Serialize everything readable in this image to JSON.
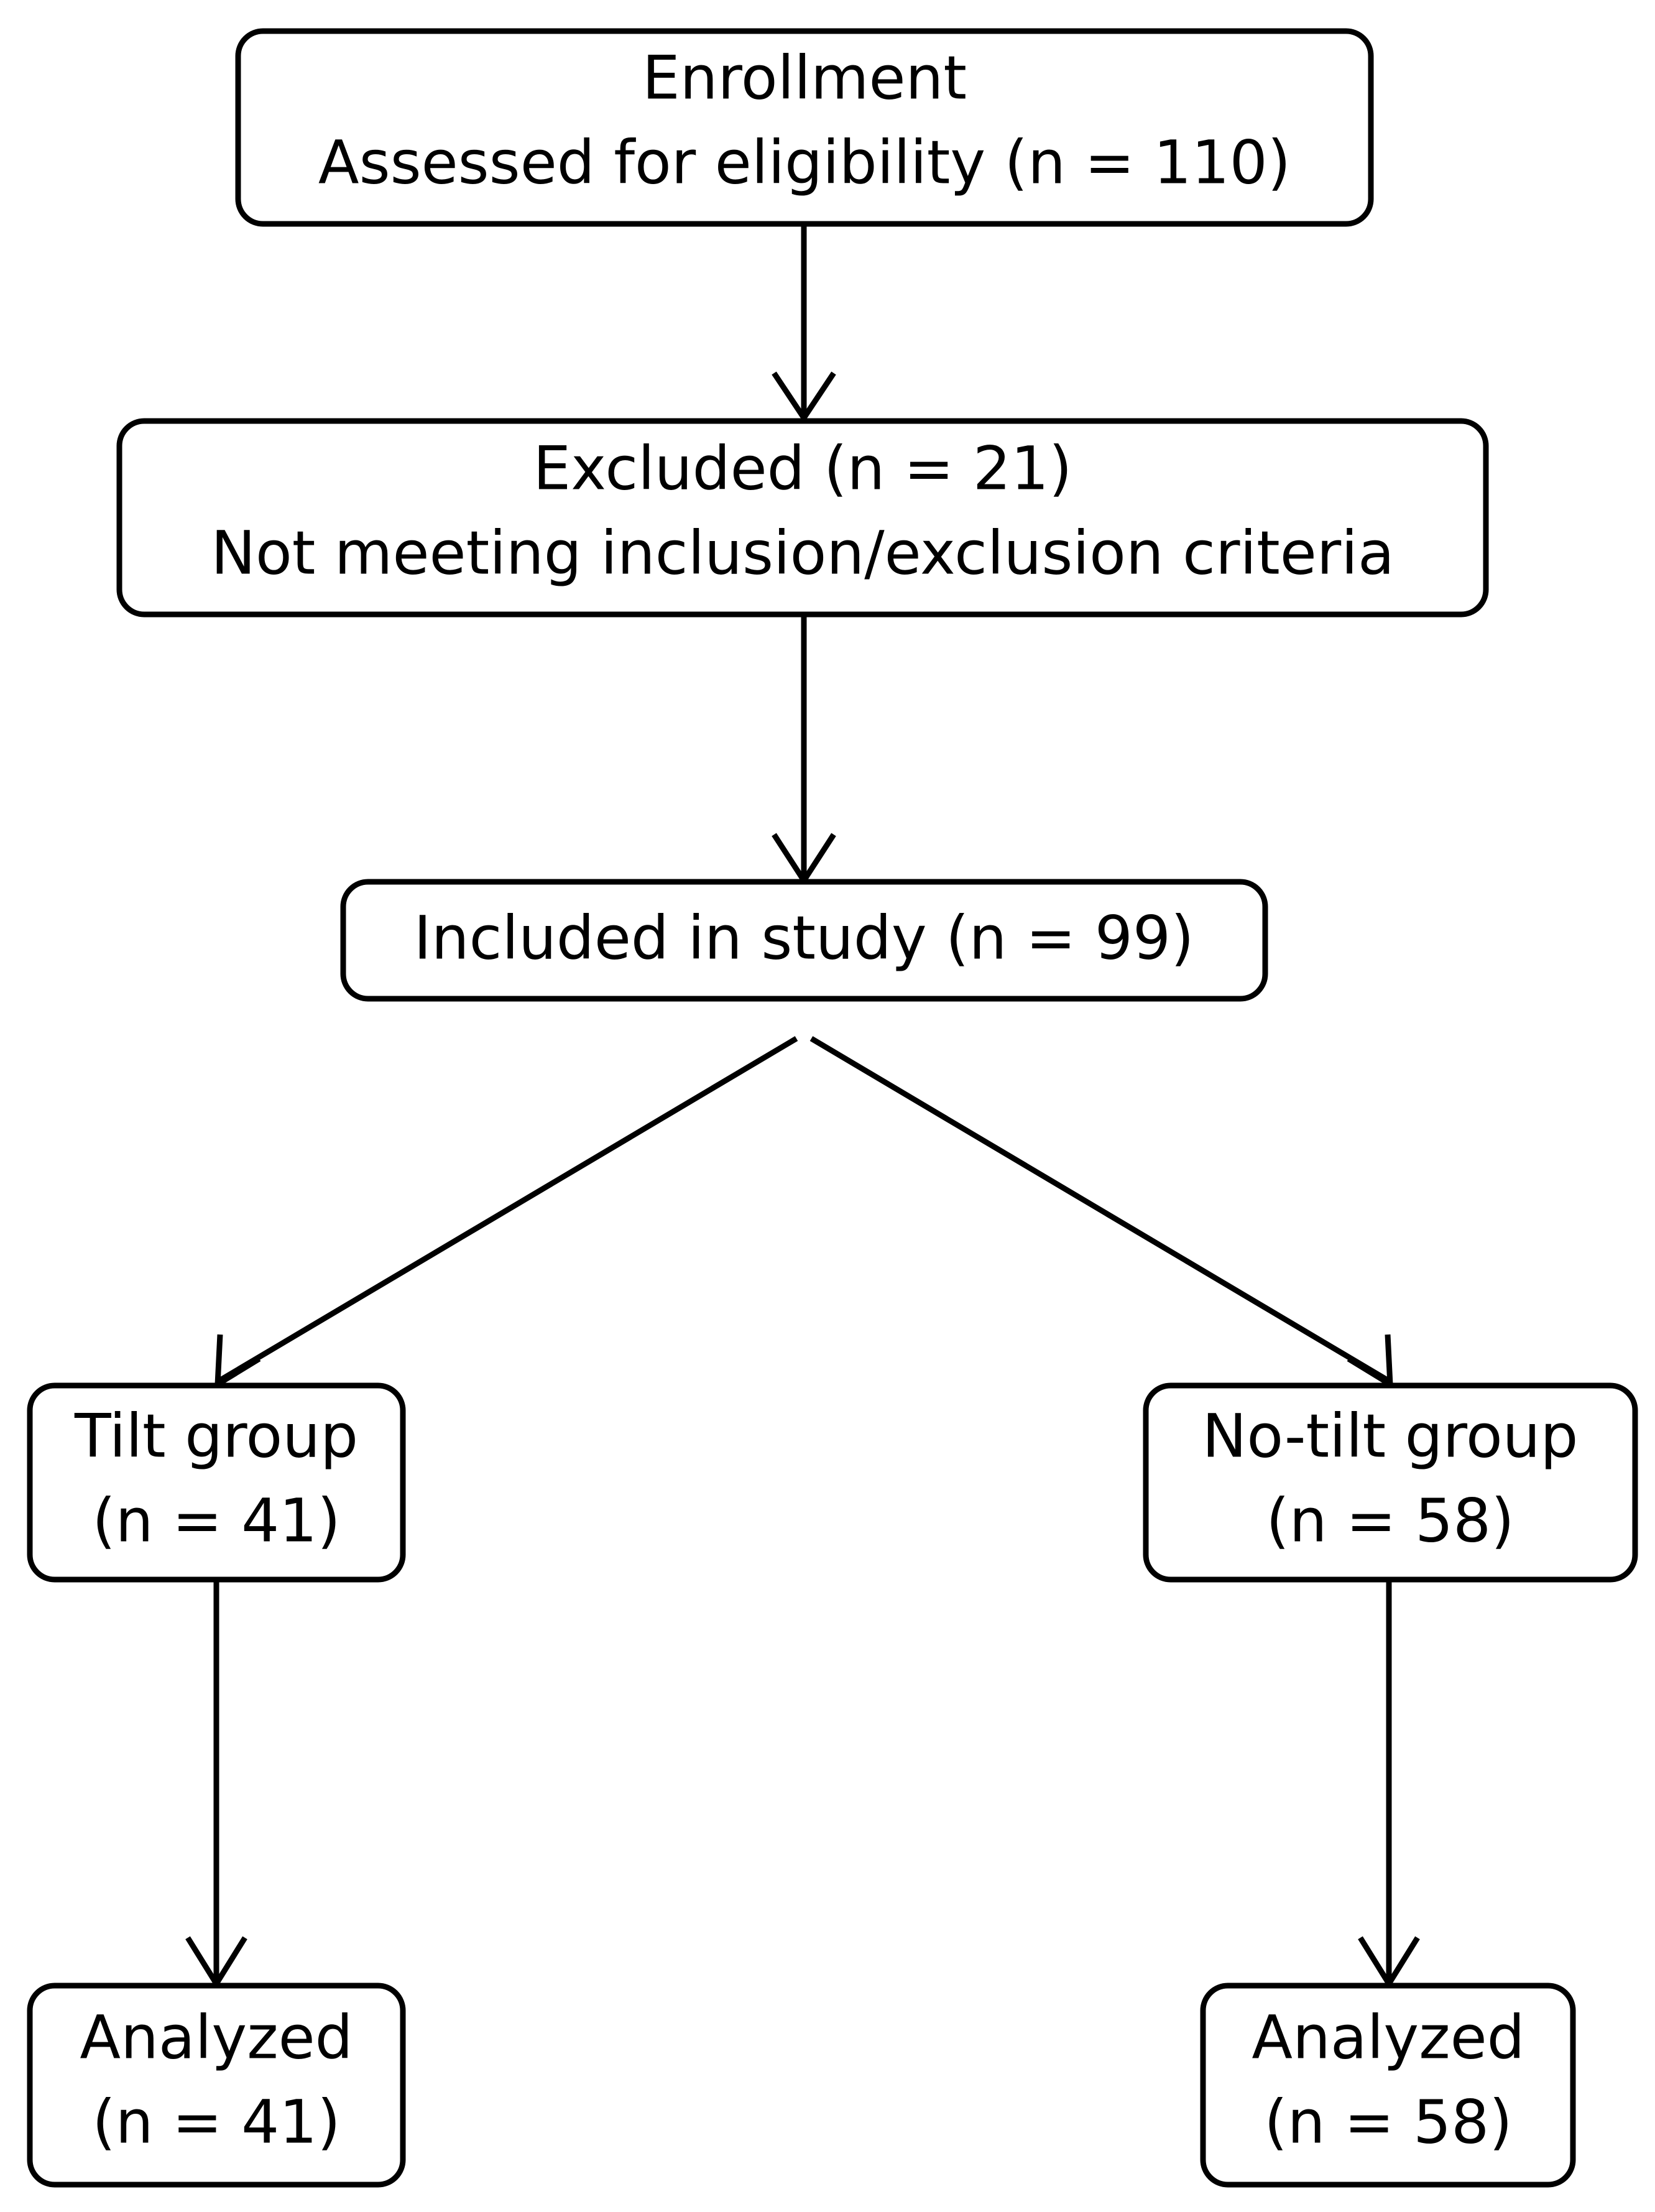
{
  "diagram": {
    "title": "CONSORT participant flow diagram",
    "colors": {
      "box_fill": "#ffffff",
      "stroke": "#000000",
      "text": "#000000",
      "background": "#ffffff"
    },
    "nodes": [
      {
        "id": "enrollment",
        "name": "enrollment-box",
        "lines": [
          "Enrollment",
          "Assessed for eligibility (n = 110)"
        ],
        "line1": "Enrollment",
        "line2": "Assessed for eligibility (n = 110)",
        "n": 110
      },
      {
        "id": "excluded",
        "name": "excluded-box",
        "lines": [
          "Excluded (n = 21)",
          "Not meeting inclusion/exclusion criteria"
        ],
        "line1": "Excluded (n = 21)",
        "line2": "Not meeting inclusion/exclusion criteria",
        "n": 21
      },
      {
        "id": "included",
        "name": "included-box",
        "lines": [
          "Included in study (n = 99)"
        ],
        "line1": "Included in study (n = 99)",
        "n": 99
      },
      {
        "id": "tilt-group",
        "name": "tilt-group-box",
        "lines": [
          "Tilt group",
          "(n = 41)"
        ],
        "line1": "Tilt group",
        "line2": "(n = 41)",
        "n": 41
      },
      {
        "id": "no-tilt-group",
        "name": "no-tilt-group-box",
        "lines": [
          "No-tilt group",
          "(n = 58)"
        ],
        "line1": "No-tilt group",
        "line2": "(n = 58)",
        "n": 58
      },
      {
        "id": "analyzed-tilt",
        "name": "analyzed-tilt-box",
        "lines": [
          "Analyzed",
          "(n = 41)"
        ],
        "line1": "Analyzed",
        "line2": "(n = 41)",
        "n": 41
      },
      {
        "id": "analyzed-no-tilt",
        "name": "analyzed-no-tilt-box",
        "lines": [
          "Analyzed",
          "(n = 58)"
        ],
        "line1": "Analyzed",
        "line2": "(n = 58)",
        "n": 58
      }
    ],
    "edges": [
      {
        "id": "enrollment-to-excluded",
        "from": "enrollment",
        "to": "excluded",
        "kind": "vertical-arrow"
      },
      {
        "id": "excluded-to-included",
        "from": "excluded",
        "to": "included",
        "kind": "vertical-arrow"
      },
      {
        "id": "included-to-tilt",
        "from": "included",
        "to": "tilt-group",
        "kind": "diagonal-arrow"
      },
      {
        "id": "included-to-no-tilt",
        "from": "included",
        "to": "no-tilt-group",
        "kind": "diagonal-arrow"
      },
      {
        "id": "tilt-to-analyzed",
        "from": "tilt-group",
        "to": "analyzed-tilt",
        "kind": "vertical-arrow"
      },
      {
        "id": "no-tilt-to-analyzed",
        "from": "no-tilt-group",
        "to": "analyzed-no-tilt",
        "kind": "vertical-arrow"
      }
    ]
  }
}
